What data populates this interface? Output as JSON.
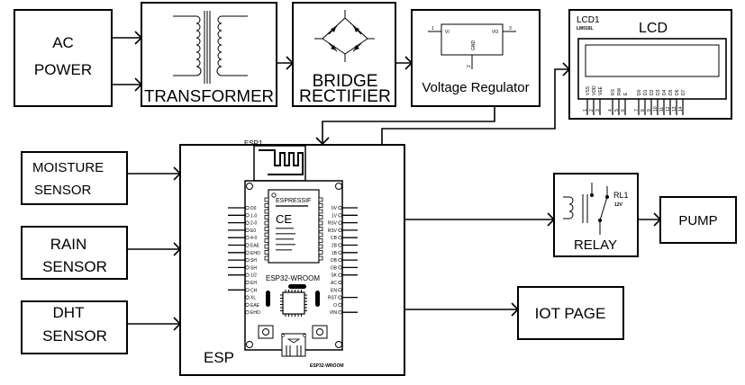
{
  "diagram": {
    "title": "ESP32 based IoT irrigation / monitoring system block diagram",
    "blocks": {
      "ac_power": {
        "line1": "AC",
        "line2": "POWER"
      },
      "transformer": {
        "label": "TRANSFORMER"
      },
      "bridge_rectifier": {
        "line1": "BRIDGE",
        "line2": "RECTIFIER"
      },
      "voltage_regulator": {
        "label": "Voltage Regulator",
        "pin_in": "VI",
        "pin_out": "VO",
        "pin_gnd": "GND",
        "pin1": "1",
        "pin2": "2",
        "pin3": "3"
      },
      "lcd": {
        "ref": "LCD1",
        "part": "LM016L",
        "label": "LCD",
        "pins": [
          "VSS",
          "VDD",
          "VEE",
          "RS",
          "RW",
          "E",
          "D0",
          "D1",
          "D2",
          "D3",
          "D4",
          "D5",
          "D6",
          "D7"
        ],
        "pin_numbers": [
          "1",
          "2",
          "3",
          "4",
          "5",
          "6",
          "7",
          "8",
          "9",
          "10",
          "11",
          "12",
          "13",
          "14"
        ]
      },
      "moisture_sensor": {
        "line1": "MOISTURE",
        "line2": "SENSOR"
      },
      "rain_sensor": {
        "line1": "RAIN",
        "line2": "SENSOR"
      },
      "dht_sensor": {
        "line1": "DHT",
        "line2": "SENSOR"
      },
      "esp": {
        "label": "ESP",
        "ref": "ESP1",
        "module": "ESP32-WROOM",
        "footer": "ESP32-WROOM",
        "chip_brand": "ESPRESSIF",
        "chip_cert": "CE",
        "left_pins": [
          "D0",
          "1-0",
          "2-0",
          "E0",
          "4-0",
          "EAE",
          "EHO",
          "SH",
          "SH",
          "1/2",
          "EH",
          "CH",
          "XL",
          "EAE",
          "EHO"
        ],
        "right_pins": [
          "0V",
          "1V",
          "RSV",
          "RSV",
          "CB",
          "2B",
          "1B",
          "OB",
          "OB",
          "SK",
          "AC",
          "EN",
          "RST",
          "O",
          "VIN"
        ]
      },
      "relay": {
        "label": "RELAY",
        "ref": "RL1",
        "rating": "12V"
      },
      "pump": {
        "label": "PUMP"
      },
      "iot_page": {
        "label": "IOT PAGE"
      }
    },
    "connections": [
      {
        "from": "AC POWER",
        "to": "TRANSFORMER",
        "count": 2
      },
      {
        "from": "TRANSFORMER",
        "to": "BRIDGE RECTIFIER"
      },
      {
        "from": "BRIDGE RECTIFIER",
        "to": "Voltage Regulator"
      },
      {
        "from": "Voltage Regulator",
        "to": "ESP"
      },
      {
        "from": "ESP",
        "to": "LCD"
      },
      {
        "from": "MOISTURE SENSOR",
        "to": "ESP"
      },
      {
        "from": "RAIN SENSOR",
        "to": "ESP"
      },
      {
        "from": "DHT SENSOR",
        "to": "ESP"
      },
      {
        "from": "ESP",
        "to": "RELAY"
      },
      {
        "from": "RELAY",
        "to": "PUMP"
      },
      {
        "from": "ESP",
        "to": "IOT PAGE"
      }
    ]
  }
}
